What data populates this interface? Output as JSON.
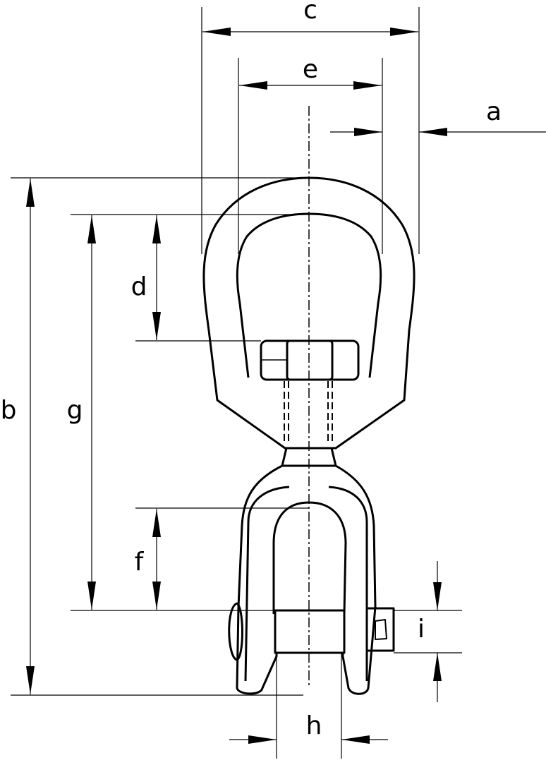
{
  "diagram": {
    "colors": {
      "line": "#000000",
      "background": "#ffffff"
    },
    "dimensions": {
      "a": "a",
      "b": "b",
      "c": "c",
      "d": "d",
      "e": "e",
      "f": "f",
      "g": "g",
      "h": "h",
      "i": "i"
    }
  }
}
